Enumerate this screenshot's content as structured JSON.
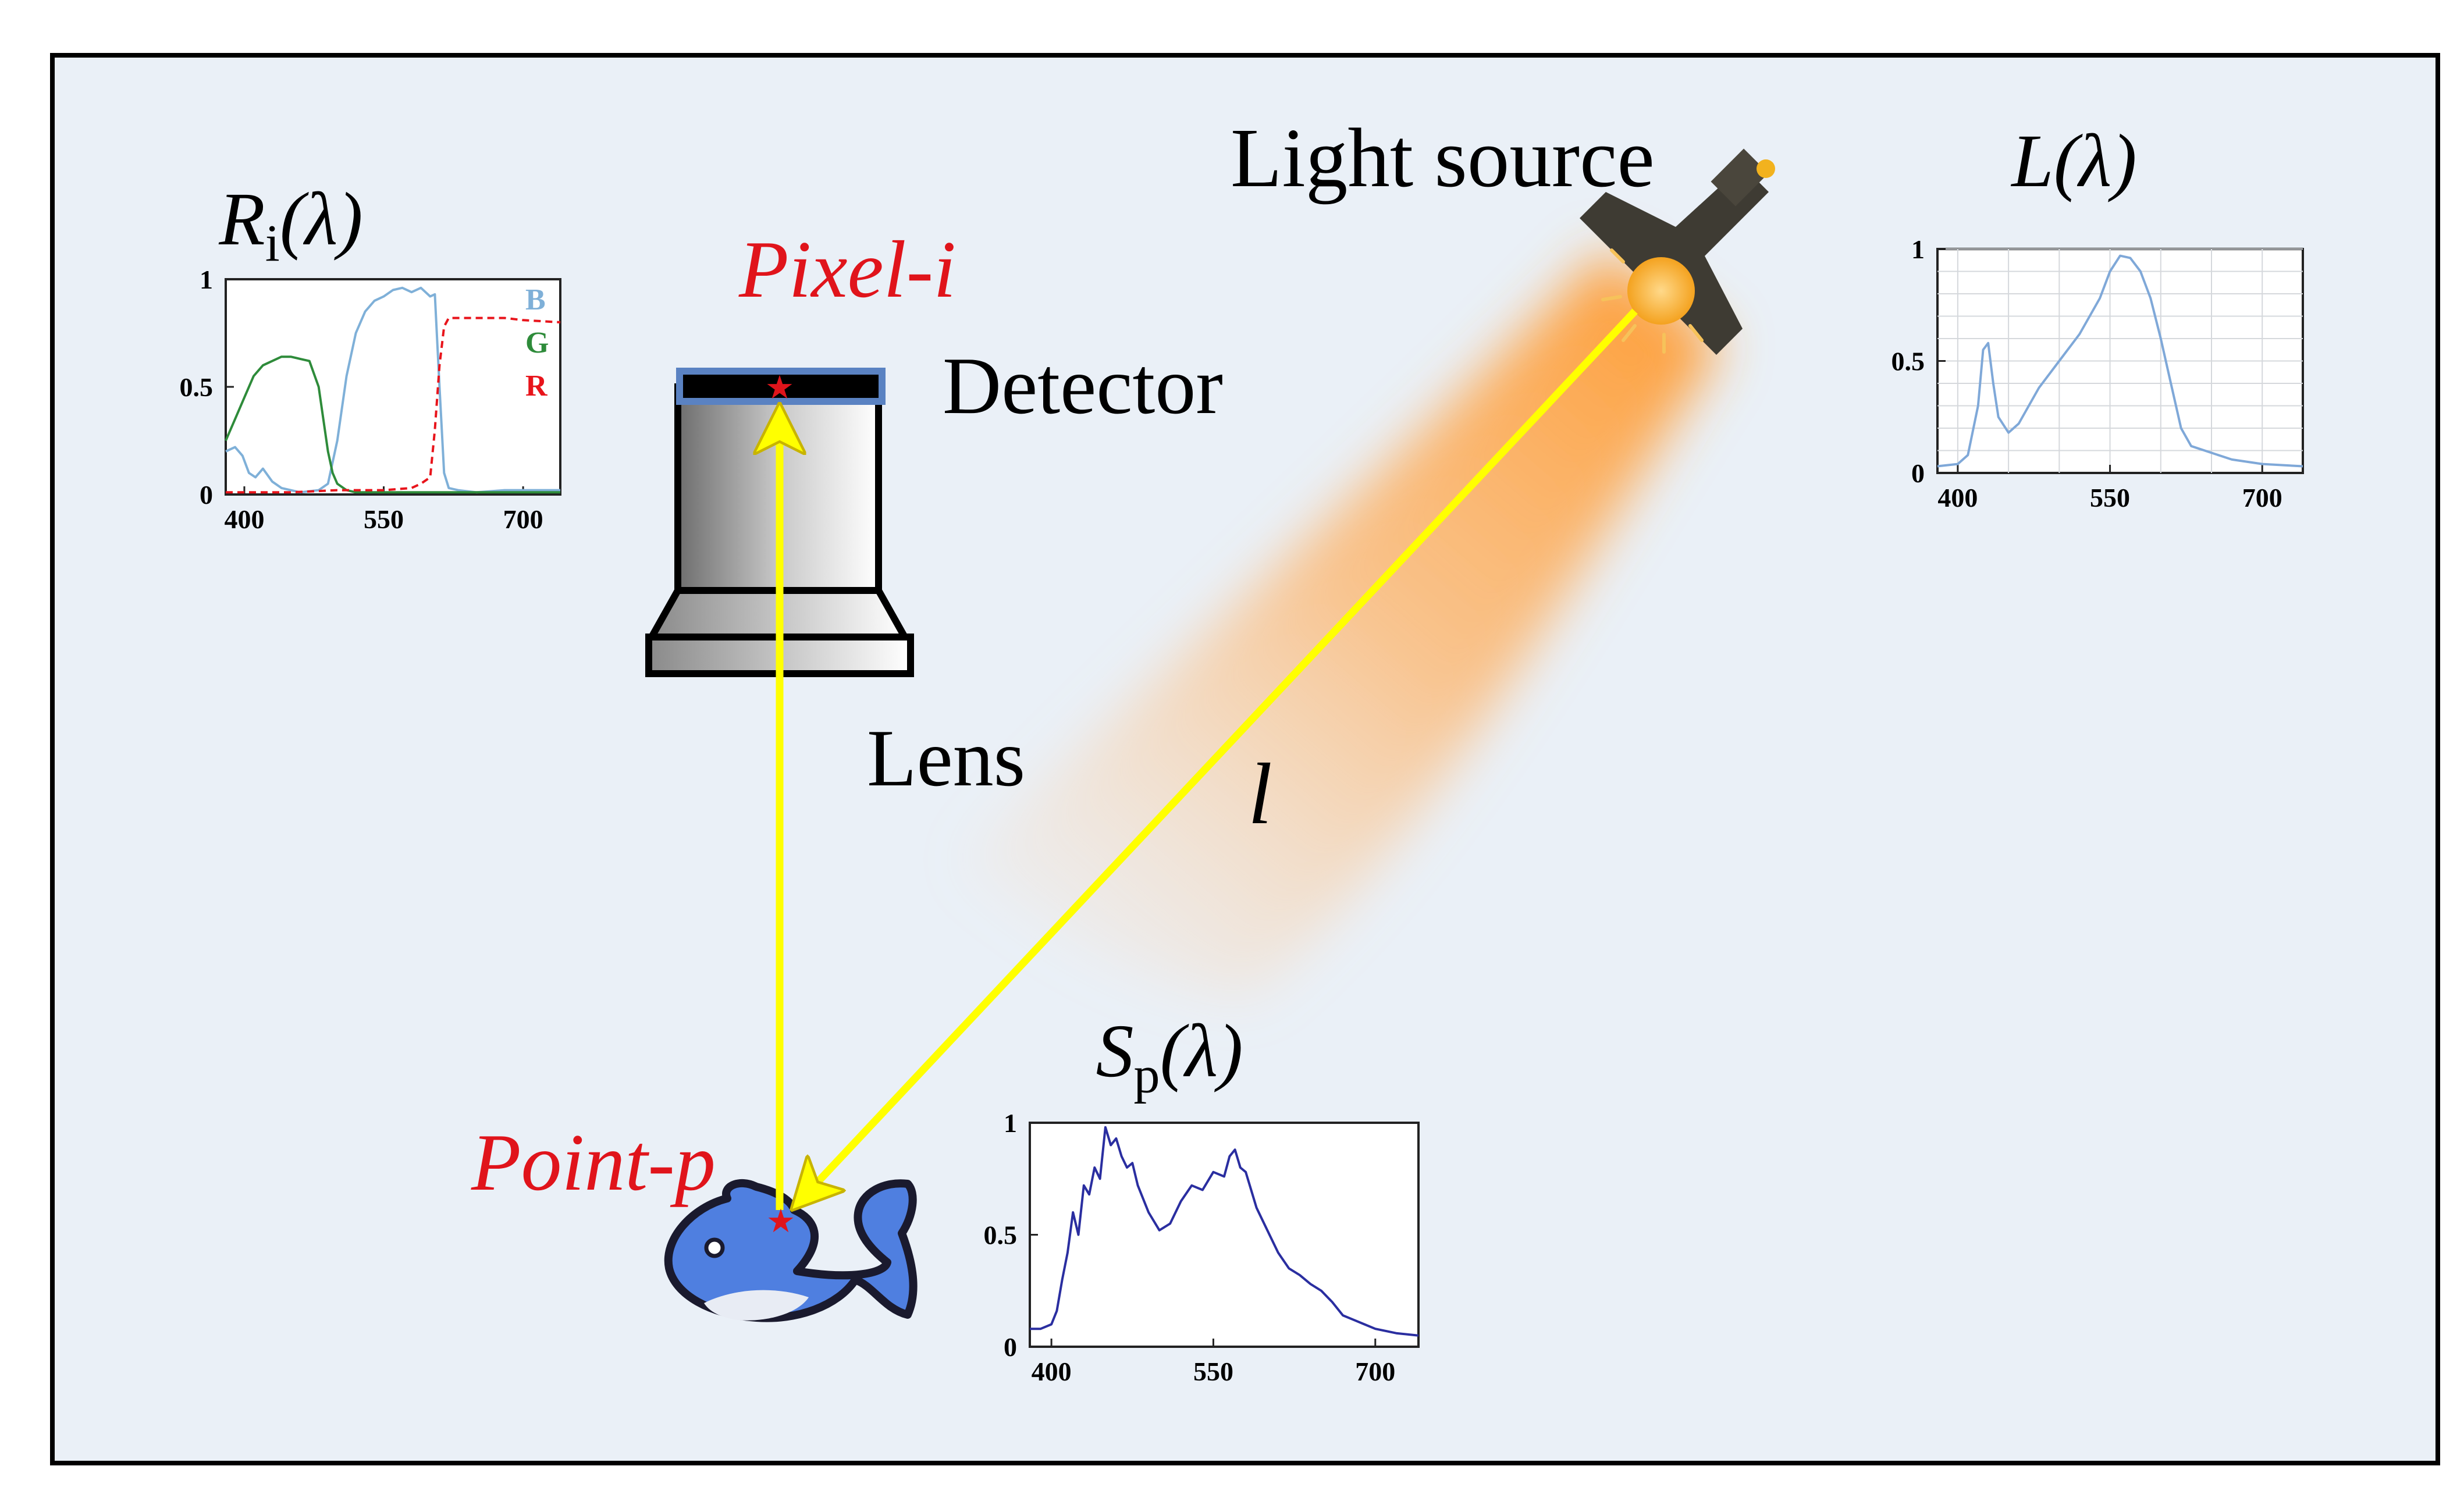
{
  "labels": {
    "light_source": "Light source",
    "detector": "Detector",
    "pixel": "Pixel-i",
    "lens": "Lens",
    "path": "l",
    "point": "Point-p"
  },
  "colors": {
    "background": "#eaf0f7",
    "beam": "#ffff00",
    "highlight_text": "#e0141b",
    "fish": "#4f7fe0",
    "plot_line_blue": "#7fa8d8",
    "plot_line_dark": "#2a2ea0"
  },
  "icons": [
    "lamp-icon",
    "detector-camera-icon",
    "fish-icon",
    "star-marker-icon"
  ],
  "chart_data": [
    {
      "id": "ri",
      "type": "line",
      "title_main": "R",
      "title_sub": "i",
      "title_tail": "(λ)",
      "xlim": [
        380,
        740
      ],
      "ylim": [
        0,
        1
      ],
      "x_ticks": [
        400,
        550,
        700
      ],
      "x_tick_labels": [
        "400",
        "550",
        "700"
      ],
      "y_ticks": [
        0,
        0.5,
        1
      ],
      "y_tick_labels": [
        "0",
        "0.5",
        "1"
      ],
      "grid": false,
      "legend_position": "top-right",
      "series": [
        {
          "name": "B",
          "color": "#7fb0d8",
          "dash": false,
          "x": [
            380,
            390,
            398,
            405,
            412,
            420,
            430,
            440,
            460,
            480,
            490,
            500,
            510,
            520,
            530,
            540,
            550,
            560,
            570,
            580,
            590,
            600,
            605,
            610,
            615,
            620,
            630,
            650,
            680,
            710,
            740
          ],
          "y": [
            0.2,
            0.22,
            0.18,
            0.1,
            0.08,
            0.12,
            0.06,
            0.03,
            0.01,
            0.02,
            0.05,
            0.25,
            0.55,
            0.75,
            0.85,
            0.9,
            0.92,
            0.95,
            0.96,
            0.94,
            0.96,
            0.92,
            0.93,
            0.5,
            0.1,
            0.03,
            0.02,
            0.01,
            0.02,
            0.02,
            0.02
          ]
        },
        {
          "name": "G",
          "color": "#2e8b3a",
          "dash": false,
          "x": [
            380,
            390,
            400,
            410,
            420,
            430,
            440,
            450,
            460,
            470,
            480,
            485,
            490,
            495,
            500,
            510,
            520,
            540,
            560,
            600,
            650,
            700,
            740
          ],
          "y": [
            0.25,
            0.35,
            0.45,
            0.55,
            0.6,
            0.62,
            0.64,
            0.64,
            0.63,
            0.62,
            0.5,
            0.35,
            0.2,
            0.1,
            0.05,
            0.02,
            0.01,
            0.01,
            0.01,
            0.01,
            0.01,
            0.01,
            0.01
          ]
        },
        {
          "name": "R",
          "color": "#e8141b",
          "dash": true,
          "x": [
            380,
            450,
            500,
            550,
            580,
            590,
            600,
            605,
            610,
            615,
            620,
            640,
            680,
            700,
            740
          ],
          "y": [
            0.01,
            0.01,
            0.02,
            0.02,
            0.03,
            0.05,
            0.08,
            0.3,
            0.6,
            0.78,
            0.82,
            0.82,
            0.82,
            0.81,
            0.8
          ]
        }
      ]
    },
    {
      "id": "l",
      "type": "line",
      "title_main": "L",
      "title_sub": "",
      "title_tail": "(λ)",
      "xlim": [
        380,
        740
      ],
      "ylim": [
        0,
        1
      ],
      "x_ticks": [
        400,
        550,
        700
      ],
      "x_tick_labels": [
        "400",
        "550",
        "700"
      ],
      "y_ticks": [
        0,
        0.5,
        1
      ],
      "y_tick_labels": [
        "0",
        "0.5",
        "1"
      ],
      "grid": true,
      "series": [
        {
          "color": "#7fa8d8",
          "dash": false,
          "x": [
            380,
            400,
            410,
            420,
            425,
            430,
            435,
            440,
            450,
            460,
            480,
            500,
            520,
            540,
            550,
            560,
            570,
            580,
            590,
            600,
            610,
            620,
            630,
            650,
            670,
            700,
            740
          ],
          "y": [
            0.03,
            0.04,
            0.08,
            0.3,
            0.55,
            0.58,
            0.4,
            0.25,
            0.18,
            0.22,
            0.38,
            0.5,
            0.62,
            0.78,
            0.9,
            0.97,
            0.96,
            0.9,
            0.78,
            0.6,
            0.4,
            0.2,
            0.12,
            0.09,
            0.06,
            0.04,
            0.03
          ]
        }
      ]
    },
    {
      "id": "s",
      "type": "line",
      "title_main": "S",
      "title_sub": "p",
      "title_tail": "(λ)",
      "xlim": [
        380,
        740
      ],
      "ylim": [
        0,
        1
      ],
      "x_ticks": [
        400,
        550,
        700
      ],
      "x_tick_labels": [
        "400",
        "550",
        "700"
      ],
      "y_ticks": [
        0,
        0.5,
        1
      ],
      "y_tick_labels": [
        "0",
        "0.5",
        "1"
      ],
      "grid": false,
      "series": [
        {
          "color": "#2a2ea0",
          "dash": false,
          "x": [
            380,
            390,
            400,
            405,
            410,
            415,
            420,
            425,
            430,
            435,
            440,
            445,
            450,
            455,
            460,
            465,
            470,
            475,
            480,
            490,
            500,
            510,
            520,
            530,
            540,
            550,
            560,
            565,
            570,
            575,
            580,
            585,
            590,
            600,
            610,
            620,
            630,
            640,
            650,
            660,
            670,
            680,
            690,
            700,
            720,
            740
          ],
          "y": [
            0.08,
            0.08,
            0.1,
            0.16,
            0.3,
            0.42,
            0.6,
            0.5,
            0.72,
            0.68,
            0.8,
            0.75,
            0.98,
            0.9,
            0.93,
            0.85,
            0.8,
            0.82,
            0.72,
            0.6,
            0.52,
            0.55,
            0.65,
            0.72,
            0.7,
            0.78,
            0.76,
            0.85,
            0.88,
            0.8,
            0.78,
            0.7,
            0.62,
            0.52,
            0.42,
            0.35,
            0.32,
            0.28,
            0.25,
            0.2,
            0.14,
            0.12,
            0.1,
            0.08,
            0.06,
            0.05
          ]
        }
      ]
    }
  ]
}
